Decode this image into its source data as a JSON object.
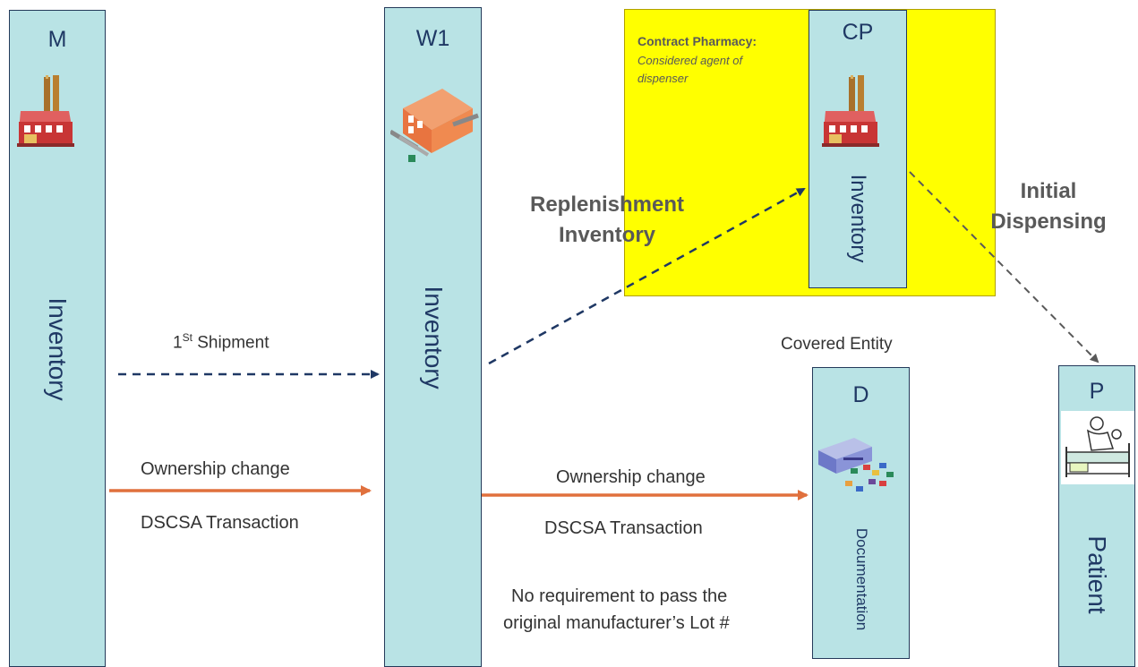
{
  "nodes": {
    "m": {
      "code": "M",
      "label": "Inventory"
    },
    "w1": {
      "code": "W1",
      "label": "Inventory"
    },
    "cp": {
      "code": "CP",
      "label": "Inventory"
    },
    "d": {
      "code": "D",
      "label": "Documentation",
      "caption": "Covered Entity"
    },
    "p": {
      "code": "P",
      "label": "Patient"
    }
  },
  "contract_pharmacy": {
    "title": "Contract Pharmacy:",
    "subtitle_line1": "Considered agent of",
    "subtitle_line2": "dispenser"
  },
  "labels": {
    "first_shipment_prefix": "1",
    "first_shipment_sup": "St",
    "first_shipment_suffix": " Shipment",
    "ownership_change_left": "Ownership change",
    "dscsa_left": "DSCSA Transaction",
    "ownership_change_right": "Ownership change",
    "dscsa_right": "DSCSA Transaction",
    "no_requirement_line1": "No requirement to pass the",
    "no_requirement_line2": "original manufacturer’s Lot #",
    "replenishment_line1": "Replenishment",
    "replenishment_line2": "Inventory",
    "initial_line1": "Initial",
    "initial_line2": "Dispensing"
  },
  "icons": {
    "m": "factory-icon",
    "w1": "warehouse-icon",
    "cp": "factory-icon",
    "d": "server-icon",
    "p": "patient-bed-icon"
  },
  "colors": {
    "column_fill": "#b9e3e5",
    "column_border": "#243a5a",
    "node_text": "#1f3864",
    "cp_fill": "#ffff00",
    "ownership_arrow": "#e0703d",
    "shipment_arrow": "#1f3864",
    "dispense_arrow": "#595959"
  }
}
